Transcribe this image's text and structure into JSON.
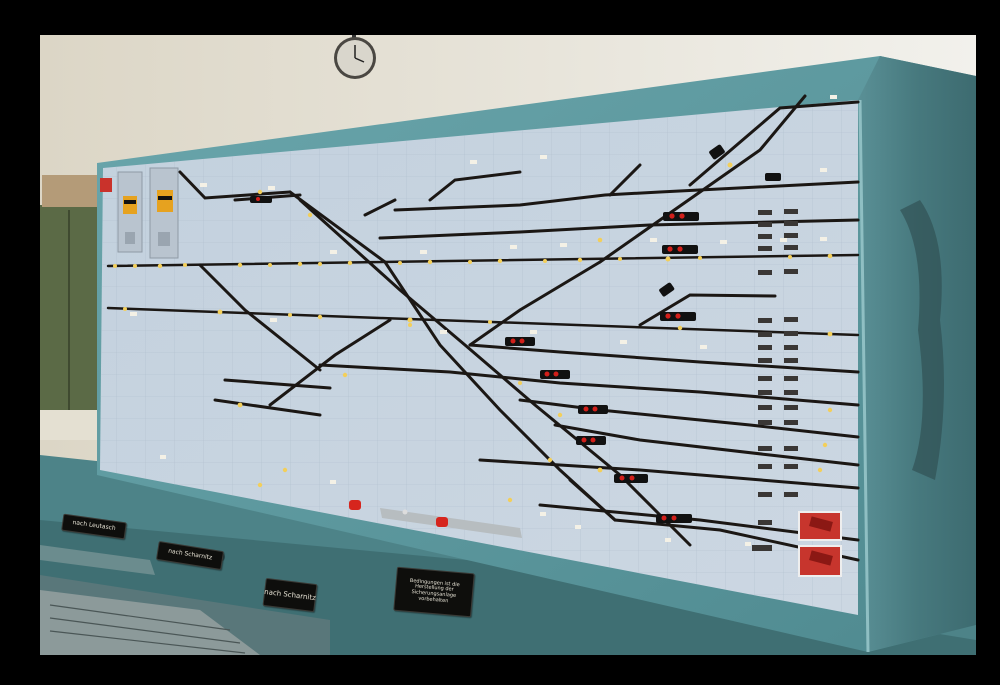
{
  "scene": {
    "subject": "railway signal box track diagram control panel",
    "colors": {
      "frame": "#000000",
      "wall": "#e9e6de",
      "cabinet_teal": "#5d9aa0",
      "panel_face": "#c9d6e1",
      "track": "#1b1714",
      "lamp_yellow": "#f3cf5a",
      "lamp_red": "#d21f1a"
    }
  },
  "labels": {
    "plate_1": "nach Leutasch",
    "plate_2": "nach Scharnitz",
    "plate_3": "nach Scharnitz",
    "plate_4": {
      "line1": "Bedingungen ist die",
      "line2": "Herstellung der Sicherungsanlage",
      "line3": "vorbehalten"
    }
  }
}
